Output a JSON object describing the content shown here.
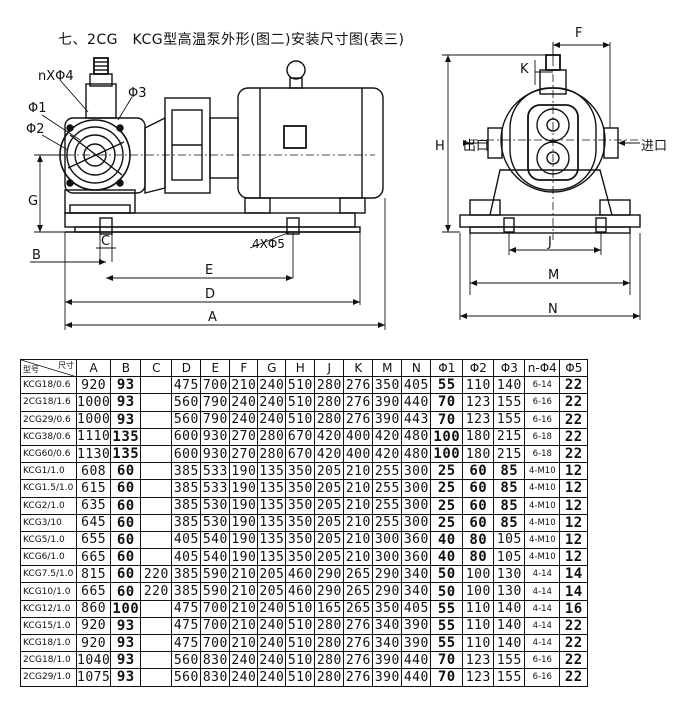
{
  "title": "七、2CG　KCG型高温泵外形(图二)安装尺寸图(表三)",
  "labels": {
    "nx_phi4": "nXΦ4",
    "phi3": "Φ3",
    "phi1": "Φ1",
    "phi2": "Φ2",
    "G": "G",
    "B": "B",
    "C": "C",
    "E": "E",
    "D": "D",
    "A": "A",
    "four_phi5": "4XΦ5",
    "F": "F",
    "K": "K",
    "H": "H",
    "J": "J",
    "M": "M",
    "N": "N",
    "outlet": "出口",
    "inlet": "进口"
  },
  "table": {
    "corner_left": "型号",
    "corner_right": "尺寸",
    "headers": [
      "A",
      "B",
      "C",
      "D",
      "E",
      "F",
      "G",
      "H",
      "J",
      "K",
      "M",
      "N",
      "Φ1",
      "Φ2",
      "Φ3",
      "n-Φ4",
      "Φ5"
    ],
    "rows": [
      [
        "KCG18/0.6",
        "920",
        "93",
        "",
        "475",
        "700",
        "210",
        "240",
        "510",
        "280",
        "276",
        "350",
        "405",
        "55",
        "110",
        "140",
        "6-14",
        "22"
      ],
      [
        "2CG18/1.6",
        "1000",
        "93",
        "",
        "560",
        "790",
        "240",
        "240",
        "510",
        "280",
        "276",
        "390",
        "440",
        "70",
        "123",
        "155",
        "6-16",
        "22"
      ],
      [
        "2CG29/0.6",
        "1000",
        "93",
        "",
        "560",
        "790",
        "240",
        "240",
        "510",
        "280",
        "276",
        "390",
        "443",
        "70",
        "123",
        "155",
        "6-16",
        "22"
      ],
      [
        "KCG38/0.6",
        "1110",
        "135",
        "",
        "600",
        "930",
        "270",
        "280",
        "670",
        "420",
        "400",
        "420",
        "480",
        "100",
        "180",
        "215",
        "6-18",
        "22"
      ],
      [
        "KCG60/0.6",
        "1130",
        "135",
        "",
        "600",
        "930",
        "270",
        "280",
        "670",
        "420",
        "400",
        "420",
        "480",
        "100",
        "180",
        "215",
        "6-18",
        "22"
      ],
      [
        "KCG1/1.0",
        "608",
        "60",
        "",
        "385",
        "533",
        "190",
        "135",
        "350",
        "205",
        "210",
        "255",
        "300",
        "25",
        "60",
        "85",
        "4-M10",
        "12"
      ],
      [
        "KCG1.5/1.0",
        "615",
        "60",
        "",
        "385",
        "533",
        "190",
        "135",
        "350",
        "205",
        "210",
        "255",
        "300",
        "25",
        "60",
        "85",
        "4-M10",
        "12"
      ],
      [
        "KCG2/1.0",
        "635",
        "60",
        "",
        "385",
        "530",
        "190",
        "135",
        "350",
        "205",
        "210",
        "255",
        "300",
        "25",
        "60",
        "85",
        "4-M10",
        "12"
      ],
      [
        "KCG3/10",
        "645",
        "60",
        "",
        "385",
        "530",
        "190",
        "135",
        "350",
        "205",
        "210",
        "255",
        "300",
        "25",
        "60",
        "85",
        "4-M10",
        "12"
      ],
      [
        "KCG5/1.0",
        "655",
        "60",
        "",
        "405",
        "540",
        "190",
        "135",
        "350",
        "205",
        "210",
        "300",
        "360",
        "40",
        "80",
        "105",
        "4-M10",
        "12"
      ],
      [
        "KCG6/1.0",
        "665",
        "60",
        "",
        "405",
        "540",
        "190",
        "135",
        "350",
        "205",
        "210",
        "300",
        "360",
        "40",
        "80",
        "105",
        "4-M10",
        "12"
      ],
      [
        "KCG7.5/1.0",
        "815",
        "60",
        "220",
        "385",
        "590",
        "210",
        "205",
        "460",
        "290",
        "265",
        "290",
        "340",
        "50",
        "100",
        "130",
        "4-14",
        "14"
      ],
      [
        "KCG10/1.0",
        "665",
        "60",
        "220",
        "385",
        "590",
        "210",
        "205",
        "460",
        "290",
        "265",
        "290",
        "340",
        "50",
        "100",
        "130",
        "4-14",
        "14"
      ],
      [
        "KCG12/1.0",
        "860",
        "100",
        "",
        "475",
        "700",
        "210",
        "240",
        "510",
        "165",
        "265",
        "350",
        "405",
        "55",
        "110",
        "140",
        "4-14",
        "16"
      ],
      [
        "KCG15/1.0",
        "920",
        "93",
        "",
        "475",
        "700",
        "210",
        "240",
        "510",
        "280",
        "276",
        "340",
        "390",
        "55",
        "110",
        "140",
        "4-14",
        "22"
      ],
      [
        "KCG18/1.0",
        "920",
        "93",
        "",
        "475",
        "700",
        "210",
        "240",
        "510",
        "280",
        "276",
        "340",
        "390",
        "55",
        "110",
        "140",
        "4-14",
        "22"
      ],
      [
        "2CG18/1.0",
        "1040",
        "93",
        "",
        "560",
        "830",
        "240",
        "240",
        "510",
        "280",
        "276",
        "390",
        "440",
        "70",
        "123",
        "155",
        "6-16",
        "22"
      ],
      [
        "2CG29/1.0",
        "1075",
        "93",
        "",
        "560",
        "830",
        "240",
        "240",
        "510",
        "280",
        "276",
        "390",
        "440",
        "70",
        "123",
        "155",
        "6-16",
        "22"
      ]
    ]
  }
}
